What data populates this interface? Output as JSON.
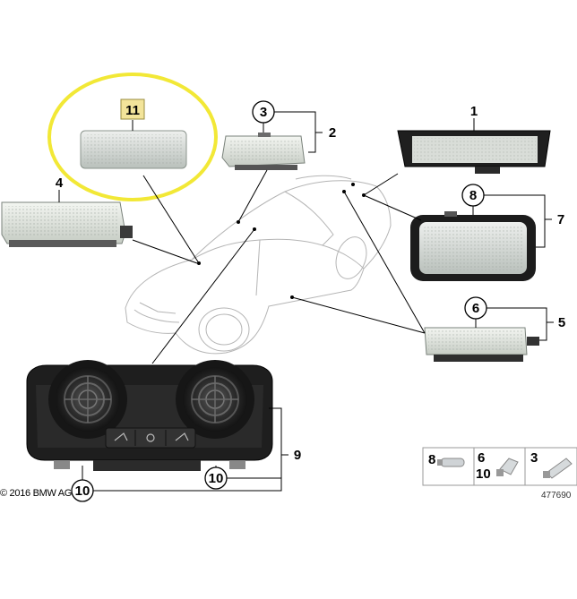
{
  "callouts": {
    "c1": "1",
    "c2": "2",
    "c3": "3",
    "c4": "4",
    "c5": "5",
    "c6": "6",
    "c7": "7",
    "c8": "8",
    "c9": "9",
    "c10a": "10",
    "c10b": "10",
    "c11": "11"
  },
  "bulbs": {
    "b8": "8",
    "b6": "6",
    "b10": "10",
    "b3": "3"
  },
  "footer": {
    "copyright": "© 2016 BMW AG",
    "diagram_number": "477690"
  },
  "colors": {
    "highlight_ring": "#f2e836",
    "highlight_box": "#f3e49a"
  }
}
